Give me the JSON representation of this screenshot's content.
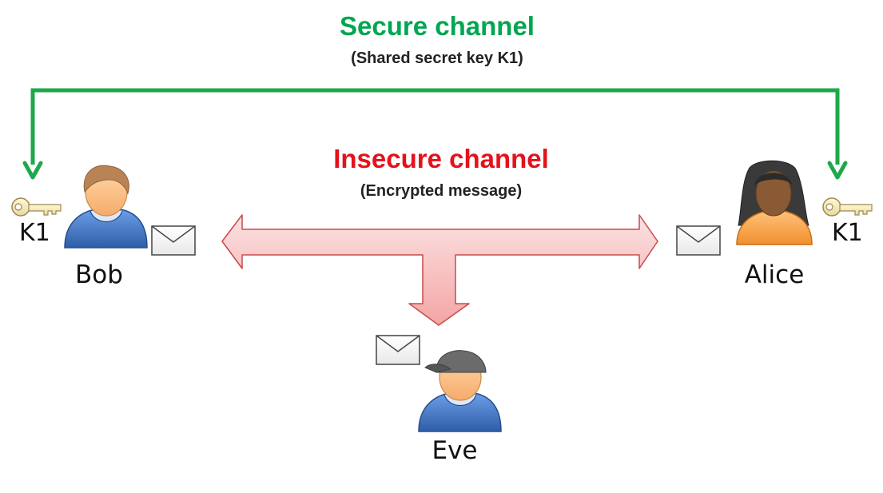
{
  "secure_channel": {
    "title": "Secure channel",
    "subtitle": "(Shared secret key K1)",
    "color": "#00a651"
  },
  "insecure_channel": {
    "title": "Insecure channel",
    "subtitle": "(Encrypted message)",
    "color": "#e3121b"
  },
  "parties": {
    "bob": {
      "name": "Bob",
      "key_label": "K1",
      "avatar": "person-blue-hoodie-icon"
    },
    "alice": {
      "name": "Alice",
      "key_label": "K1",
      "avatar": "person-woman-orange-icon"
    },
    "eve": {
      "name": "Eve",
      "avatar": "person-cap-blue-hoodie-icon"
    }
  },
  "icons": {
    "key": "key-icon",
    "message": "envelope-icon"
  }
}
